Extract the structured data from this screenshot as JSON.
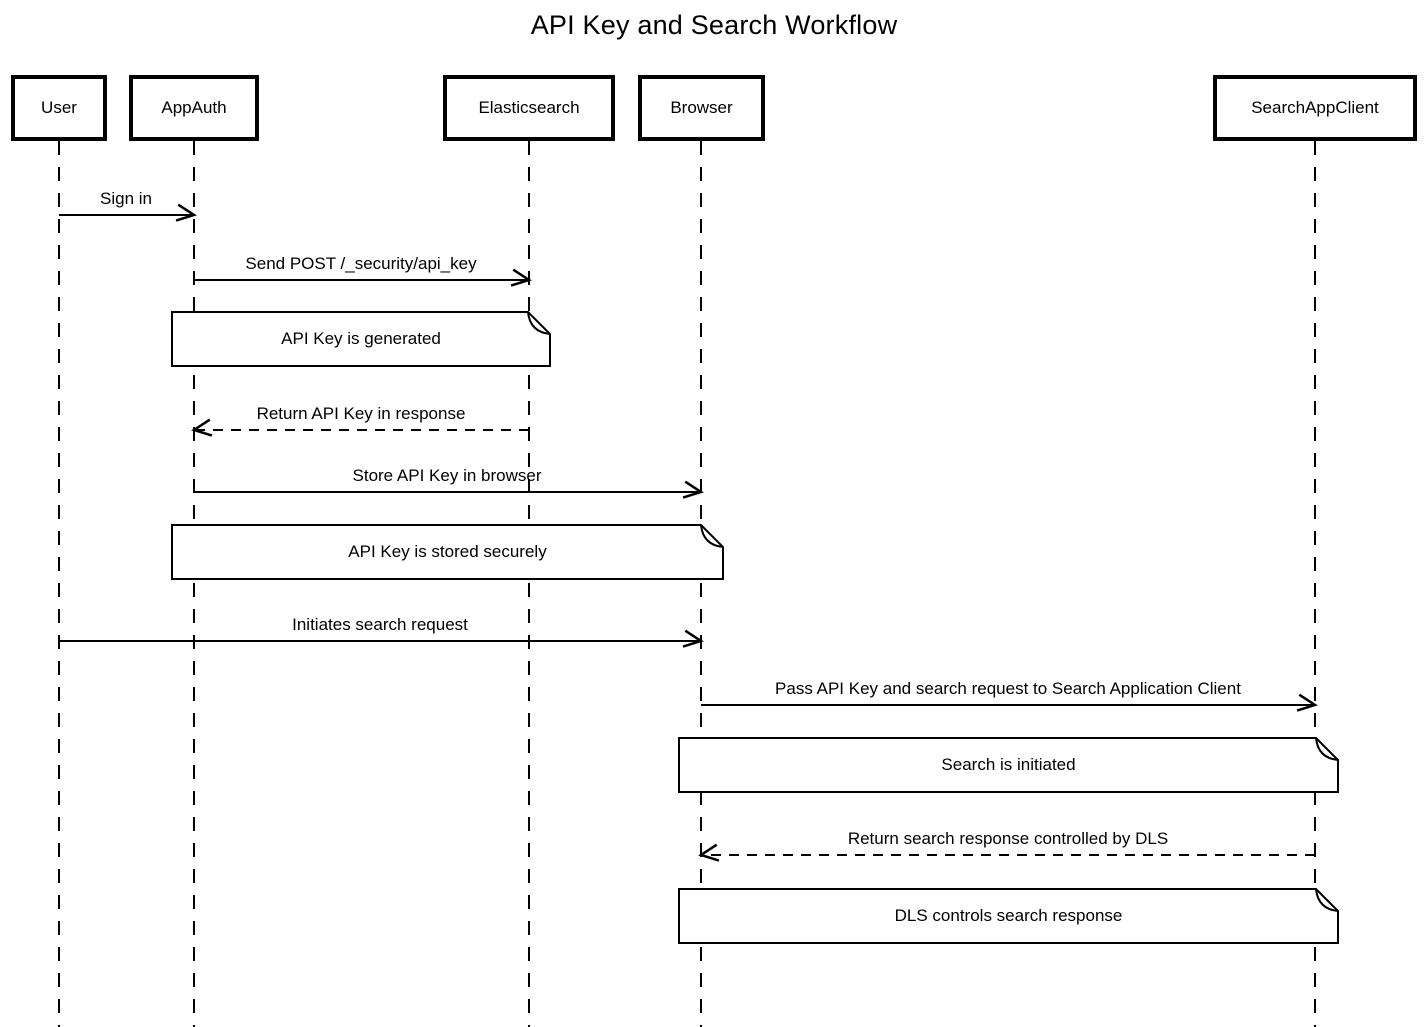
{
  "diagram": {
    "title": "API Key and Search Workflow",
    "participants": [
      {
        "name": "User"
      },
      {
        "name": "AppAuth"
      },
      {
        "name": "Elasticsearch"
      },
      {
        "name": "Browser"
      },
      {
        "name": "SearchAppClient"
      }
    ],
    "messages": [
      {
        "label": "Sign in",
        "from": "User",
        "to": "AppAuth",
        "line": "solid"
      },
      {
        "label": "Send POST /_security/api_key",
        "from": "AppAuth",
        "to": "Elasticsearch",
        "line": "solid"
      },
      {
        "label": "Return API Key in response",
        "from": "Elasticsearch",
        "to": "AppAuth",
        "line": "dashed"
      },
      {
        "label": "Store API Key in browser",
        "from": "AppAuth",
        "to": "Browser",
        "line": "solid"
      },
      {
        "label": "Initiates search request",
        "from": "User",
        "to": "Browser",
        "line": "solid"
      },
      {
        "label": "Pass API Key and search request to Search Application Client",
        "from": "Browser",
        "to": "SearchAppClient",
        "line": "solid"
      },
      {
        "label": "Return search response controlled by DLS",
        "from": "SearchAppClient",
        "to": "Browser",
        "line": "dashed"
      }
    ],
    "notes": [
      {
        "label": "API Key is generated",
        "over": "AppAuth,Elasticsearch"
      },
      {
        "label": "API Key is stored securely",
        "over": "AppAuth,Browser"
      },
      {
        "label": "Search is initiated",
        "over": "Browser,SearchAppClient"
      },
      {
        "label": "DLS controls search response",
        "over": "Browser,SearchAppClient"
      }
    ],
    "colors": {
      "stroke": "#000000",
      "fill": "#ffffff"
    }
  }
}
